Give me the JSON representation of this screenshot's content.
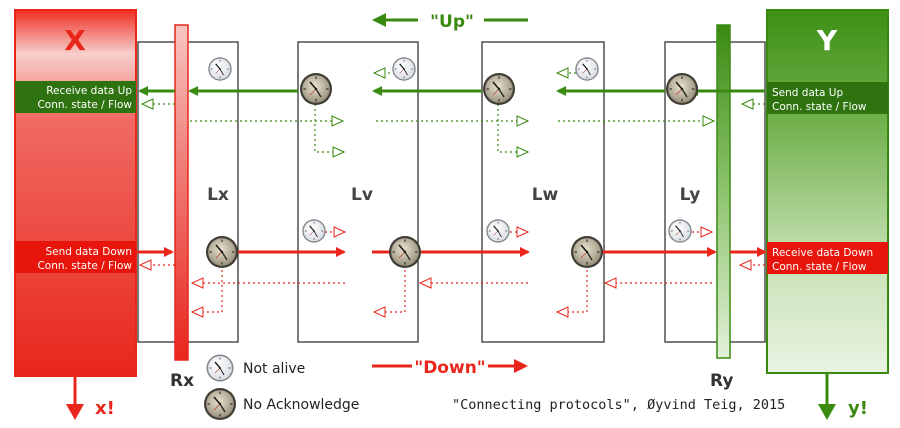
{
  "nodes": {
    "x": {
      "label": "X",
      "out": "x!",
      "color": "#e8261c"
    },
    "y": {
      "label": "Y",
      "out": "y!",
      "color": "#3a8a12"
    },
    "rx": {
      "label": "Rx"
    },
    "ry": {
      "label": "Ry"
    }
  },
  "links": [
    "Lx",
    "Lv",
    "Lw",
    "Ly"
  ],
  "directions": {
    "up": "\"Up\"",
    "down": "\"Down\""
  },
  "x_panel": {
    "top_line1": "Receive data Up",
    "top_line2": "Conn. state / Flow",
    "bottom_line1": "Send data Down",
    "bottom_line2": "Conn. state / Flow"
  },
  "y_panel": {
    "top_line1": "Send data Up",
    "top_line2": "Conn. state / Flow",
    "bottom_line1": "Receive data Down",
    "bottom_line2": "Conn. state / Flow"
  },
  "legend": {
    "not_alive": "Not alive",
    "no_ack": "No Acknowledge",
    "not_alive_icon": "white-clock-icon",
    "no_ack_icon": "dark-clock-icon"
  },
  "credit": "\"Connecting protocols\", Øyvind Teig, 2015"
}
